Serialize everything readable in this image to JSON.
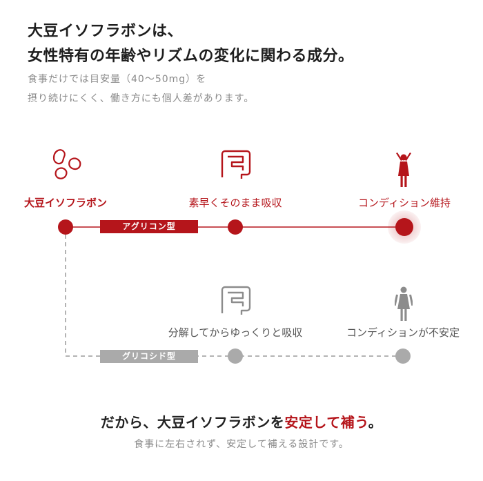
{
  "header": {
    "line1": "大豆イソフラボンは、",
    "line2": "女性特有の年齢やリズムの変化に関わる成分。",
    "lead1": "食事だけでは目安量（40〜50mg）を",
    "lead2": "摂り続けにくく、働き方にも個人差があります。"
  },
  "aglycone_row": {
    "start_label": "大豆イソフラボン",
    "mid_label": "素早くそのまま吸収",
    "end_label": "コンディション維持",
    "tag": "アグリコン型"
  },
  "glycoside_row": {
    "mid_label": "分解してからゆっくりと吸収",
    "end_label": "コンディションが不安定",
    "tag": "グリコシド型"
  },
  "footer": {
    "lead": "だから、大豆イソフラボンを",
    "emphasis": "安定して補う",
    "tail": "。",
    "sub": "食事に左右されず、安定して補える設計です。"
  },
  "colors": {
    "accent": "#b5151b",
    "muted": "#aaaaaa"
  },
  "icons": [
    "soybean-icon",
    "intestine-icon",
    "woman-cheering-icon",
    "woman-standing-icon"
  ]
}
